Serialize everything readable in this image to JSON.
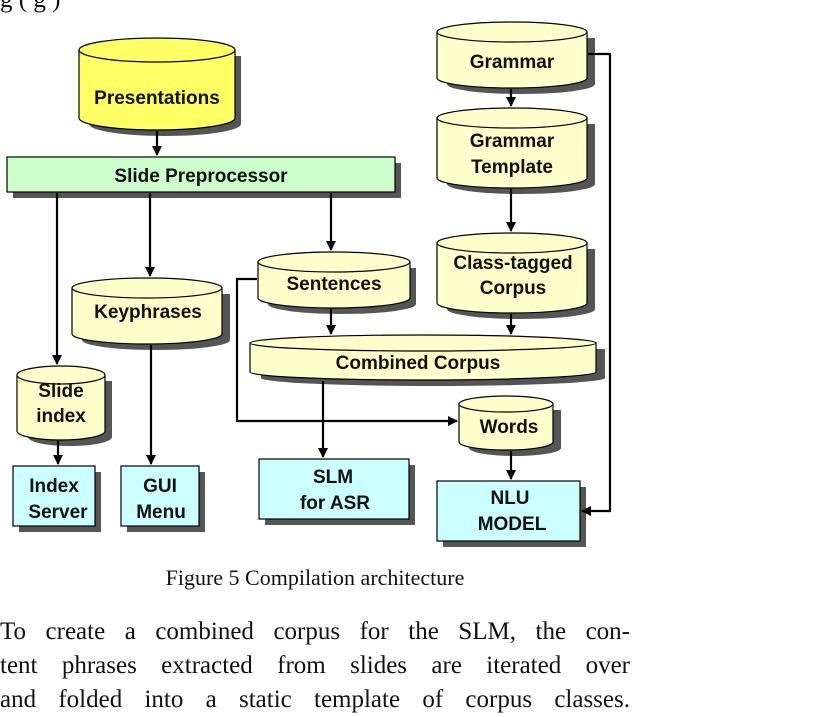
{
  "header_fragment": "g (            g          )",
  "diagram": {
    "nodes": {
      "presentations": "Presentations",
      "slide_preprocessor": "Slide Preprocessor",
      "keyphrases": "Keyphrases",
      "sentences": "Sentences",
      "slide_index": [
        "Slide",
        "index"
      ],
      "index_server": [
        "Index",
        "Server"
      ],
      "gui_menu": [
        "GUI",
        "Menu"
      ],
      "grammar": "Grammar",
      "grammar_template": [
        "Grammar",
        "Template"
      ],
      "class_tagged_corpus": [
        "Class-tagged",
        "Corpus"
      ],
      "combined_corpus": "Combined Corpus",
      "words": "Words",
      "slm_for_asr": [
        "SLM",
        "for ASR"
      ],
      "nlu_model": [
        "NLU",
        "MODEL"
      ]
    },
    "colors": {
      "cylinder_yellow_bright": "#ffff66",
      "cylinder_light": "#ffffcc",
      "bar_green": "#ccffcc",
      "box_cyan": "#ccffff",
      "shadow": "#555555"
    }
  },
  "caption": "Figure 5 Compilation architecture",
  "paragraph": [
    "To create a combined corpus for the SLM, the con-",
    "tent phrases extracted from slides are iterated over",
    "and folded into a static template of corpus classes."
  ]
}
